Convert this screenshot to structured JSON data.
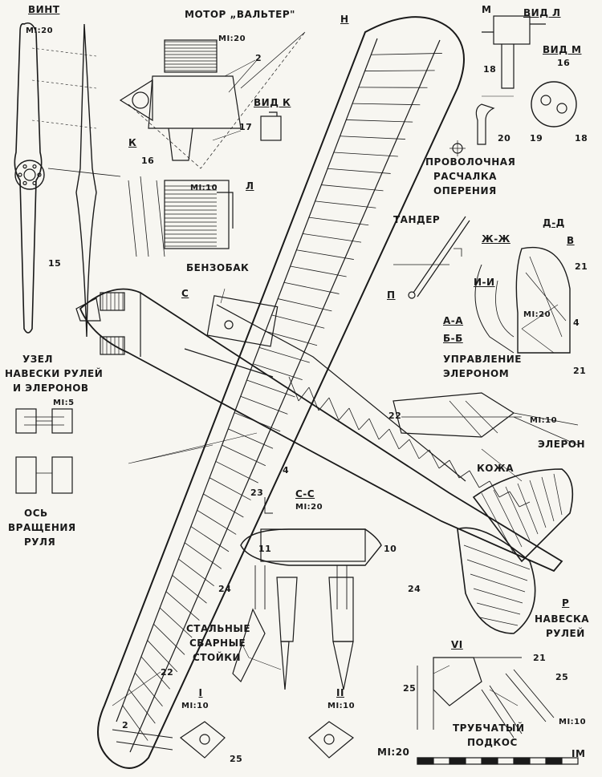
{
  "title": "МОТОР „ВАЛЬТЕР\"",
  "labels": {
    "vint": "ВИНТ",
    "vint_scale": "МI:20",
    "motor_scale": "МI:20",
    "vid_k": "ВИД К",
    "vid_l": "ВИД Л",
    "vid_m": "ВИД М",
    "m_letter": "М",
    "k_letter": "К",
    "l_letter": "Л",
    "h_letter": "Н",
    "p_letter": "П",
    "s_letter": "С",
    "r_letter": "Р",
    "v_letter": "В",
    "m110_a": "МI:10",
    "benzobak": "БЕНЗОБАК",
    "provolochnaya": "ПРОВОЛОЧНАЯ",
    "raschalka": "РАСЧАЛКА",
    "opereniya": "ОПЕРЕНИЯ",
    "tander": "ТАНДЕР",
    "zh_zh": "Ж-Ж",
    "d_d": "Д-Д",
    "i_i": "И-И",
    "a_a": "А-А",
    "b_b": "Б-Б",
    "m120_sec": "МI:20",
    "uzel1": "УЗЕЛ",
    "uzel2": "НАВЕСКИ РУЛЕЙ",
    "uzel3": "И ЭЛЕРОНОВ",
    "m15": "МI:5",
    "os1": "ОСЬ",
    "os2": "ВРАЩЕНИЯ",
    "os3": "РУЛЯ",
    "upr1": "УПРАВЛЕНИЕ",
    "upr2": "ЭЛЕРОНОМ",
    "m110_b": "МI:10",
    "eleron": "ЭЛЕРОН",
    "kozha": "КОЖА",
    "cc": "С-С",
    "cc_scale": "МI:20",
    "stal1": "СТАЛЬНЫЕ",
    "stal2": "СВАРНЫЕ",
    "stal3": "СТОЙКИ",
    "naveska1": "НАВЕСКА",
    "naveska2": "РУЛЕЙ",
    "vi": "VI",
    "i_sec": "I",
    "i_scale": "МI:10",
    "ii_sec": "II",
    "ii_scale": "МI:10",
    "trub1": "ТРУБЧАТЫЙ",
    "trub2": "ПОДКОС",
    "m110_c": "МI:10",
    "scale_left": "МI:20",
    "scale_right": "IМ"
  },
  "numbers": {
    "n2": "2",
    "n17": "17",
    "n16a": "16",
    "n16b": "16",
    "n18a": "18",
    "n18b": "18",
    "n19": "19",
    "n20": "20",
    "n15": "15",
    "n21a": "21",
    "n21b": "21",
    "n21c": "21",
    "n4a": "4",
    "n4b": "4",
    "n22a": "22",
    "n22b": "22",
    "n23": "23",
    "n24a": "24",
    "n24b": "24",
    "n11": "11",
    "n10": "10",
    "n25a": "25",
    "n25b": "25",
    "n25c": "25",
    "n2b": "2"
  },
  "colors": {
    "ink": "#1a1a1a",
    "paper": "#f7f6f1"
  }
}
